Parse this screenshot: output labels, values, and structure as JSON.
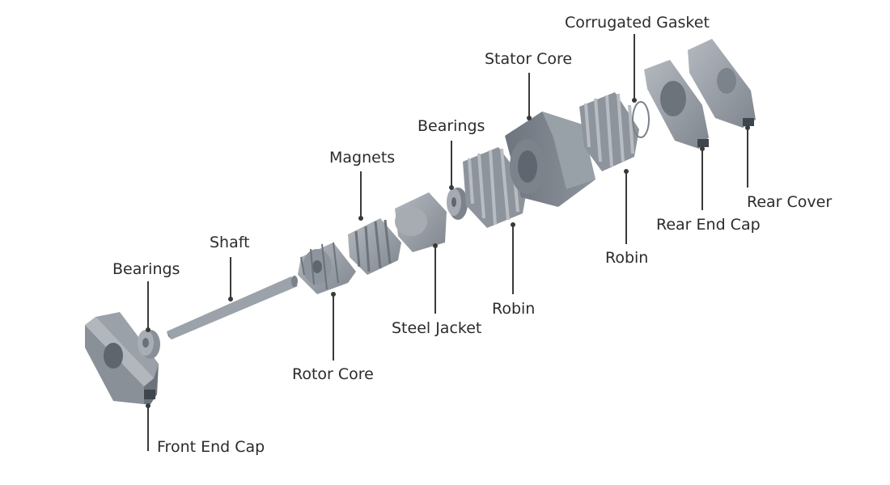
{
  "labels": {
    "corrugated_gasket": "Corrugated Gasket",
    "stator_core": "Stator Core",
    "bearings_upper": "Bearings",
    "magnets": "Magnets",
    "shaft": "Shaft",
    "bearings_lower": "Bearings",
    "rear_cover": "Rear Cover",
    "rear_end_cap": "Rear End Cap",
    "robin_right": "Robin",
    "robin_center": "Robin",
    "steel_jacket": "Steel Jacket",
    "rotor_core": "Rotor Core",
    "front_end_cap": "Front End Cap"
  },
  "colors": {
    "part_light": "#9aa0a8",
    "part_mid": "#7c838c",
    "part_dark": "#5f666f",
    "leader": "#3a3a3a",
    "text": "#2b2b2b"
  }
}
